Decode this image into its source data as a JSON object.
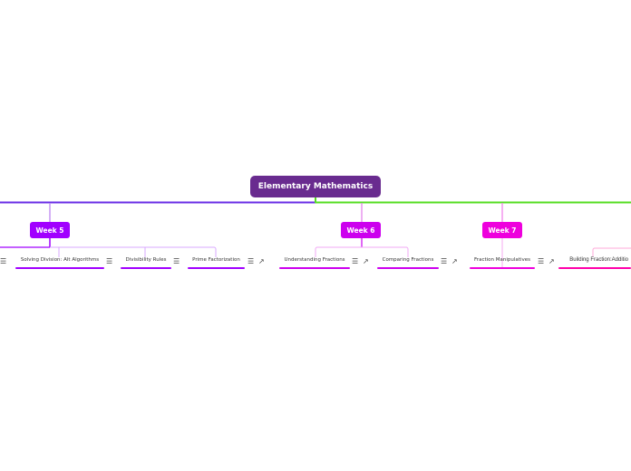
{
  "root": {
    "label": "Elementary Mathematics",
    "color": "#692b8f"
  },
  "weeks": [
    {
      "label": "Week 5",
      "color": "#a100ff"
    },
    {
      "label": "Week 6",
      "color": "#cc00ee"
    },
    {
      "label": "Week 7",
      "color": "#ee00dd"
    }
  ],
  "topics": [
    {
      "label": "Solving Division:  Alt Algorithms"
    },
    {
      "label": "Divisibility Rules"
    },
    {
      "label": "Prime Factorization"
    },
    {
      "label": "Understanding Fractions"
    },
    {
      "label": "Comparing Fractions"
    },
    {
      "label": "Fraction Manipulatives"
    },
    {
      "label": "Building Fraction:Additio"
    }
  ],
  "icons": {
    "notes": "☰",
    "link": "↗"
  }
}
